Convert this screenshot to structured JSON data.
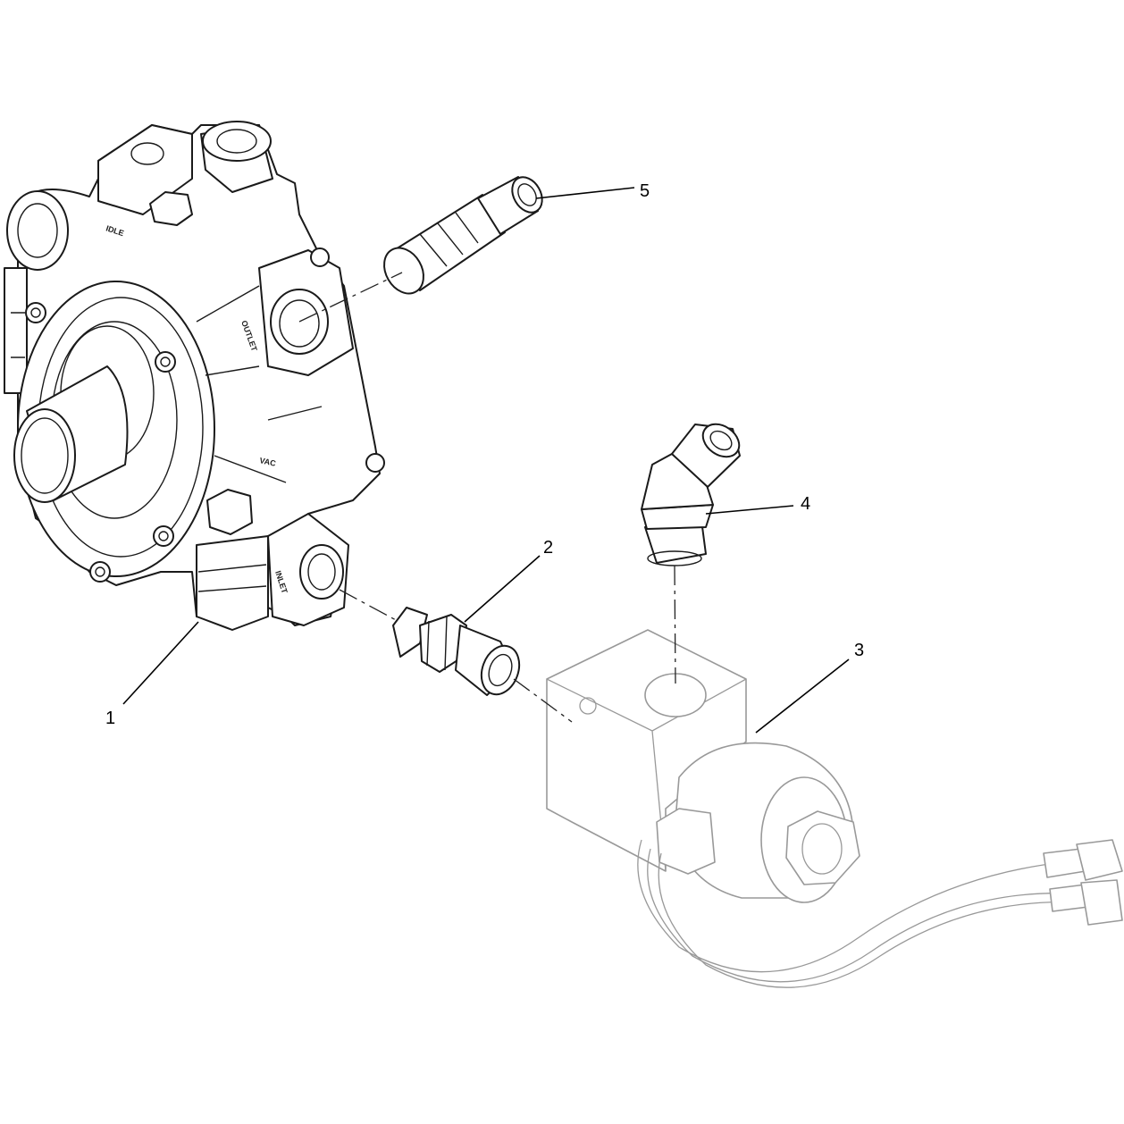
{
  "callouts": [
    {
      "id": "1",
      "label": "1"
    },
    {
      "id": "2",
      "label": "2"
    },
    {
      "id": "3",
      "label": "3"
    },
    {
      "id": "4",
      "label": "4"
    },
    {
      "id": "5",
      "label": "5"
    }
  ],
  "stamps": {
    "idle": "IDLE",
    "outlet": "OUTLET",
    "vac": "VAC",
    "inlet": "INLET"
  },
  "colors": {
    "line": "#1a1a1a",
    "light_line": "#999999",
    "background": "#ffffff"
  }
}
